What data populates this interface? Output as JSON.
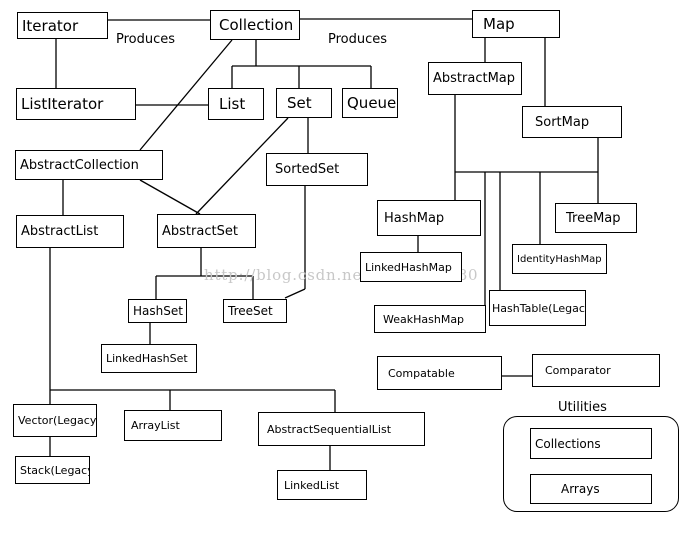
{
  "nodes": {
    "iterator": "Iterator",
    "collection": "Collection",
    "map": "Map",
    "list_iterator": "ListIterator",
    "list": "List",
    "set": "Set",
    "queue": "Queue",
    "abstract_map": "AbstractMap",
    "sort_map": "SortMap",
    "abstract_collection": "AbstractCollection",
    "sorted_set": "SortedSet",
    "hash_map": "HashMap",
    "tree_map": "TreeMap",
    "abstract_list": "AbstractList",
    "abstract_set": "AbstractSet",
    "linked_hash_map": "LinkedHashMap",
    "identity_hash_map": "IdentityHashMap",
    "hash_set": "HashSet",
    "tree_set": "TreeSet",
    "weak_hash_map": "WeakHashMap",
    "hash_table": "HashTable(Legacy)",
    "linked_hash_set": "LinkedHashSet",
    "compatable": "Compatable",
    "comparator": "Comparator",
    "vector": "Vector(Legacy)",
    "array_list": "ArrayList",
    "abstract_sequential_list": "AbstractSequentialList",
    "stack": "Stack(Legacy)",
    "linked_list": "LinkedList",
    "collections": "Collections",
    "arrays": "Arrays"
  },
  "labels": {
    "produces_left": "Produces",
    "produces_right": "Produces",
    "utilities": "Utilities"
  },
  "watermark": "http://blog.csdn.net/u011276880"
}
